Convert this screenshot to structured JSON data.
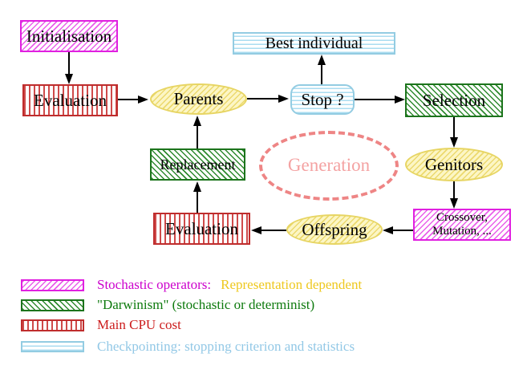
{
  "diagram": {
    "nodes": {
      "initialisation": {
        "label": "Initialisation",
        "style": "magenta-hatch"
      },
      "evaluation_top": {
        "label": "Evaluation",
        "style": "red-stripes"
      },
      "parents": {
        "label": "Parents",
        "style": "yellow-hatch-ellipse"
      },
      "best_individual": {
        "label": "Best individual",
        "style": "cyan-stripes"
      },
      "stop": {
        "label": "Stop ?",
        "style": "cyan-stripes-rounded"
      },
      "selection": {
        "label": "Selection",
        "style": "green-hatch"
      },
      "replacement": {
        "label": "Replacement",
        "style": "green-hatch"
      },
      "generation": {
        "label": "Generation",
        "style": "salmon-dashed-ellipse"
      },
      "genitors": {
        "label": "Genitors",
        "style": "yellow-hatch-ellipse"
      },
      "evaluation_bottom": {
        "label": "Evaluation",
        "style": "red-stripes"
      },
      "offspring": {
        "label": "Offspring",
        "style": "yellow-hatch-ellipse"
      },
      "crossover": {
        "line1": "Crossover,",
        "line2": "Mutation, ...",
        "style": "magenta-hatch"
      }
    },
    "edges": [
      "initialisation->evaluation_top",
      "evaluation_top->parents",
      "parents->stop",
      "stop->best_individual",
      "stop->selection",
      "selection->genitors",
      "genitors->crossover",
      "crossover->offspring",
      "offspring->evaluation_bottom",
      "evaluation_bottom->replacement",
      "replacement->parents"
    ]
  },
  "legend": {
    "rows": [
      {
        "swatch": "magenta-hatch",
        "text1": "Stochastic operators:",
        "text2": "Representation dependent"
      },
      {
        "swatch": "green-hatch",
        "text1": "\"Darwinism\" (stochastic or determinist)",
        "text2": ""
      },
      {
        "swatch": "red-stripes",
        "text1": "Main CPU cost",
        "text2": ""
      },
      {
        "swatch": "cyan-stripes",
        "text1": "Checkpointing: stopping criterion and statistics",
        "text2": ""
      }
    ]
  },
  "palette": {
    "magenta_border": "#e020e0",
    "magenta_text": "#cc00cc",
    "gold_text": "#eec81e",
    "green_border": "#1c741c",
    "green_text": "#0e7a0e",
    "red_border": "#bf2d2d",
    "red_text": "#cc1c1c",
    "cyan_border": "#93cce2",
    "cyan_text": "#92c8e6",
    "yellow_fill": "#fcf6c5",
    "salmon_dash": "#ee8585",
    "salmon_text": "#f4a2a2"
  }
}
